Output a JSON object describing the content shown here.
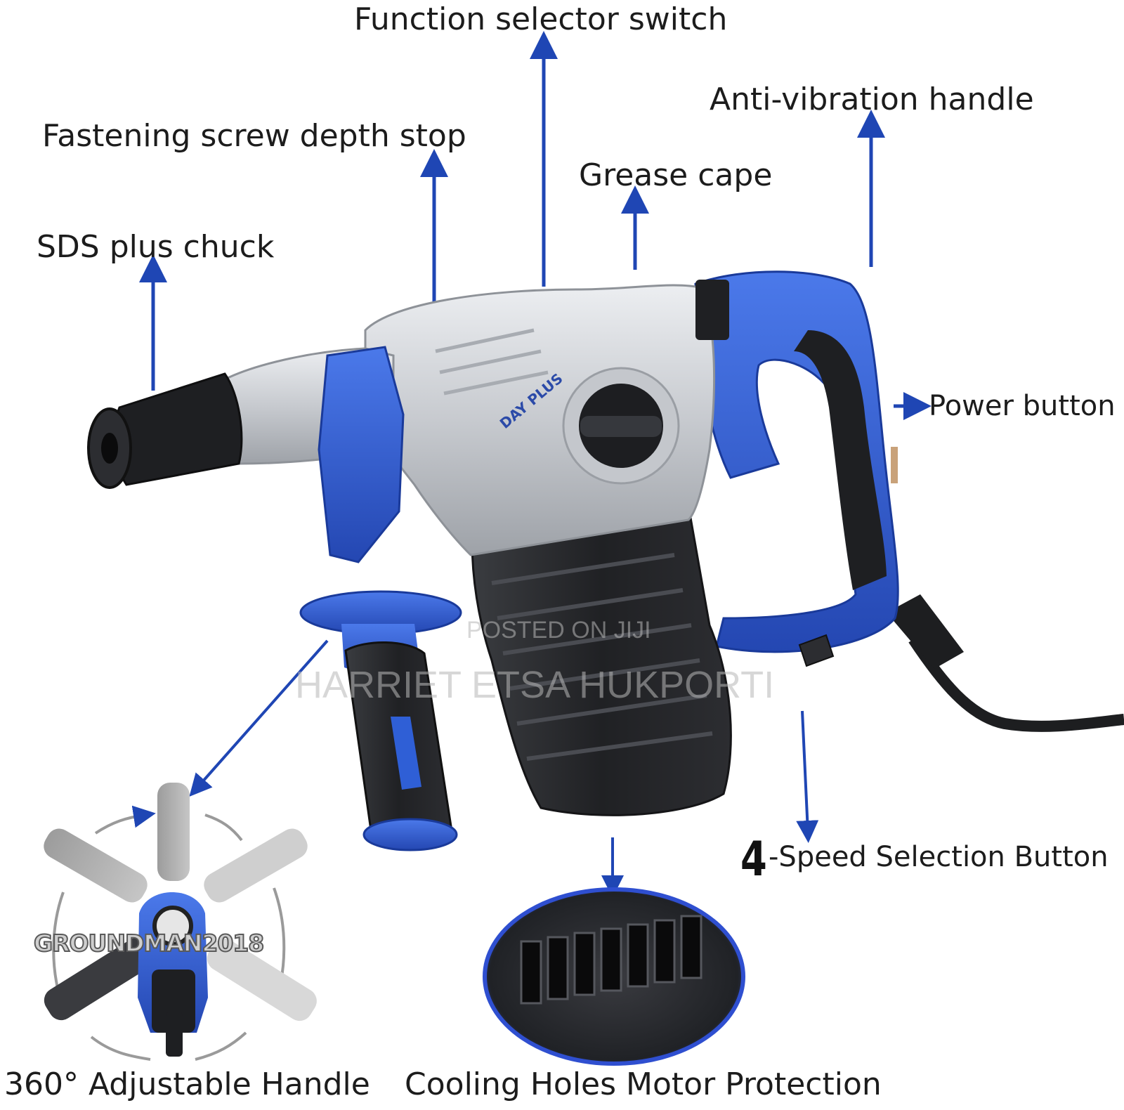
{
  "labels": {
    "function_selector": "Function selector switch",
    "anti_vibration": "Anti-vibration handle",
    "depth_stop": "Fastening screw depth stop",
    "grease_cape": "Grease cape",
    "sds_chuck": "SDS plus chuck",
    "power_button": "Power button",
    "speed_number": "4",
    "speed_selection": "-Speed Selection Button",
    "adjustable_handle": "360° Adjustable Handle",
    "cooling_holes": "Cooling Holes Motor Protection"
  },
  "watermarks": {
    "posted": "POSTED ON JIJI",
    "seller": "HARRIET ETSA HUKPORTI",
    "groundman": "GROUNDMAN2018"
  },
  "product_logo": "DAY PLUS",
  "colors": {
    "arrow": "#1f46b4",
    "body_blue": "#2f5fd6",
    "silver": "#d2d4d8",
    "black": "#222326",
    "label_text": "#1c1c1c"
  }
}
